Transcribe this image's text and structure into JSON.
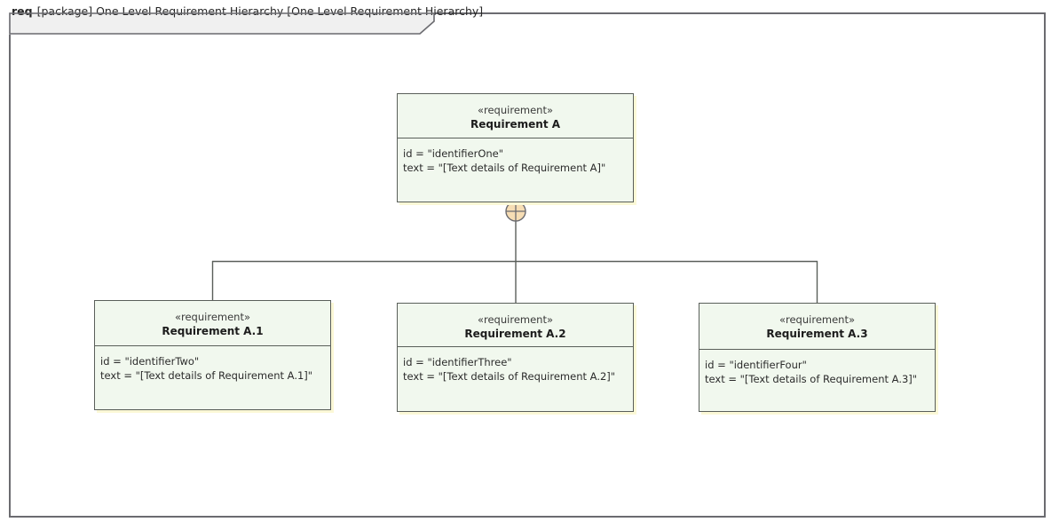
{
  "diagram": {
    "kind_keyword": "req",
    "header_text": "[package] One Level Requirement Hierarchy [One Level Requirement Hierarchy]",
    "frame_border_color": "#6b6b70",
    "header_fill_color": "#f0f0f0",
    "canvas_background": "#ffffff"
  },
  "style": {
    "block_fill": "#f1f8ee",
    "block_border": "#5a5f5a",
    "block_shadow": "#fbf8d6",
    "connector_color": "#5a5f5a",
    "containment_fill": "#f6ddb4",
    "containment_border": "#6b6b70",
    "text_color": "#2b2b2b"
  },
  "blocks": [
    {
      "id": "requirement-a",
      "stereotype": "«requirement»",
      "name": "Requirement A",
      "properties": [
        "id = \"identifierOne\"",
        "text = \"[Text details of Requirement A]\""
      ]
    },
    {
      "id": "requirement-a1",
      "stereotype": "«requirement»",
      "name": "Requirement A.1",
      "properties": [
        "id = \"identifierTwo\"",
        "text = \"[Text details of Requirement A.1]\""
      ]
    },
    {
      "id": "requirement-a2",
      "stereotype": "«requirement»",
      "name": "Requirement A.2",
      "properties": [
        "id = \"identifierThree\"",
        "text = \"[Text details of Requirement A.2]\""
      ]
    },
    {
      "id": "requirement-a3",
      "stereotype": "«requirement»",
      "name": "Requirement A.3",
      "properties": [
        "id = \"identifierFour\"",
        "text = \"[Text details of Requirement A.3]\""
      ]
    }
  ],
  "connectors": {
    "type": "containment",
    "symbol": "crosshair-circle",
    "parent": "Requirement A",
    "children": [
      "Requirement A.1",
      "Requirement A.2",
      "Requirement A.3"
    ]
  }
}
